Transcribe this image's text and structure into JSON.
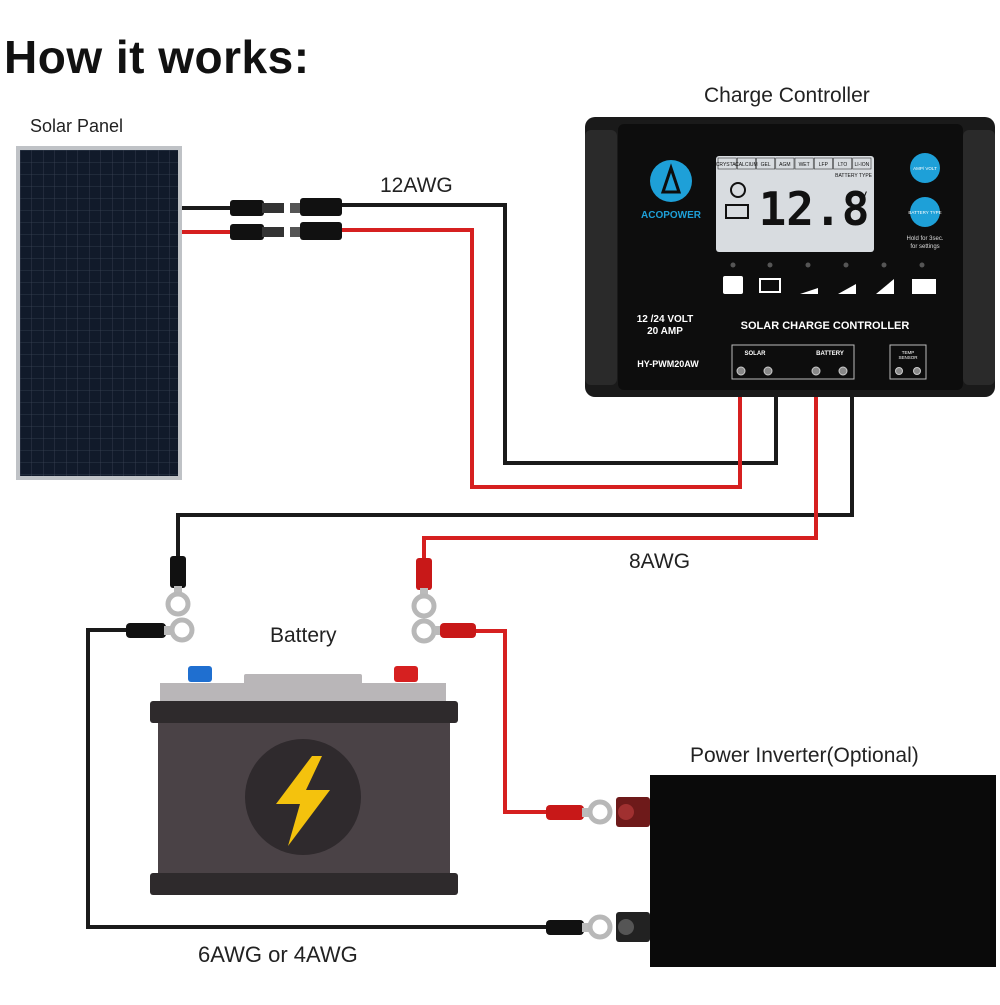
{
  "title": "How it works:",
  "labels": {
    "solar_panel": "Solar Panel",
    "charge_controller": "Charge Controller",
    "wire_panel": "12AWG",
    "wire_controller_battery": "8AWG",
    "battery": "Battery",
    "inverter": "Power Inverter(Optional)",
    "wire_battery_inverter": "6AWG or 4AWG"
  },
  "controller": {
    "brand": "ACOPOWER",
    "battery_types": [
      "CRYSTAL",
      "CALCIUM",
      "GEL",
      "AGM",
      "WET",
      "LFP",
      "LTO",
      "LI-ION"
    ],
    "battery_type_caption": "BATTERY TYPE",
    "display_value": "12.8",
    "display_unit": "V",
    "button_top": "AMP/ VOLT",
    "button_bottom": "BATTERY TYPE",
    "hold_note_1": "Hold for 3sec.",
    "hold_note_2": "for settings",
    "spec_line_1": "12 /24 VOLT",
    "spec_line_2": "20 AMP",
    "model": "HY-PWM20AW",
    "product_name": "SOLAR CHARGE CONTROLLER",
    "terminal_solar": "SOLAR",
    "terminal_battery": "BATTERY",
    "terminal_temp_1": "TEMP",
    "terminal_temp_2": "SENSOR"
  },
  "colors": {
    "red_wire": "#d62020",
    "black_wire": "#1a1a1a",
    "battery_body": "#4a4246",
    "battery_lid": "#2e2a2c",
    "battery_cap": "#b9b6b8",
    "bolt": "#f4c20d",
    "terminal_neg": "#1f6fd0",
    "terminal_pos": "#d62020",
    "controller_face": "#0d0d0d",
    "lcd": "#d8dce0",
    "accent_blue": "#1ea0d8"
  }
}
